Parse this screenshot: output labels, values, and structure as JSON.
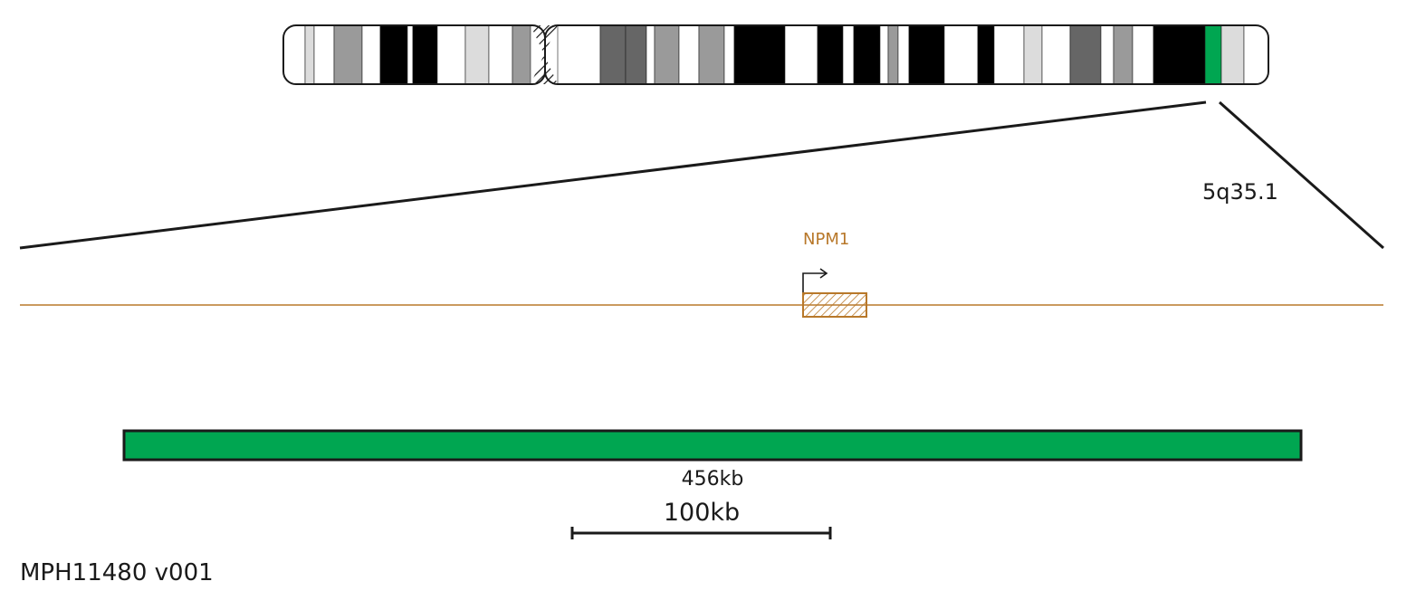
{
  "colors": {
    "gene": "#B8782A",
    "probe": "#00A651",
    "highlight_band": "#00A651",
    "outline": "#1a1a1a"
  },
  "ideogram": {
    "bands": [
      {
        "stain": "white"
      },
      {
        "stain": "lightgray"
      },
      {
        "stain": "white"
      },
      {
        "stain": "gray"
      },
      {
        "stain": "white"
      },
      {
        "stain": "black"
      },
      {
        "stain": "white"
      },
      {
        "stain": "black"
      },
      {
        "stain": "white"
      },
      {
        "stain": "lightgray"
      },
      {
        "stain": "white"
      },
      {
        "stain": "gray"
      },
      {
        "stain": "centromere"
      },
      {
        "stain": "white"
      },
      {
        "stain": "darkgray"
      },
      {
        "stain": "darkgray"
      },
      {
        "stain": "white"
      },
      {
        "stain": "gray"
      },
      {
        "stain": "white"
      },
      {
        "stain": "gray"
      },
      {
        "stain": "white"
      },
      {
        "stain": "black"
      },
      {
        "stain": "white"
      },
      {
        "stain": "black"
      },
      {
        "stain": "white"
      },
      {
        "stain": "black"
      },
      {
        "stain": "white"
      },
      {
        "stain": "gray"
      },
      {
        "stain": "white"
      },
      {
        "stain": "black"
      },
      {
        "stain": "white"
      },
      {
        "stain": "black"
      },
      {
        "stain": "white"
      },
      {
        "stain": "lightgray"
      },
      {
        "stain": "white"
      },
      {
        "stain": "darkgray"
      },
      {
        "stain": "white"
      },
      {
        "stain": "gray"
      },
      {
        "stain": "white"
      },
      {
        "stain": "black"
      },
      {
        "stain": "highlight"
      },
      {
        "stain": "lightgray"
      },
      {
        "stain": "white"
      }
    ]
  },
  "band_label": "5q35.1",
  "gene": {
    "name": "NPM1",
    "strand": "+"
  },
  "probe": {
    "size_label": "456kb"
  },
  "scale": {
    "label": "100kb"
  },
  "product_code": "MPH11480 v001"
}
